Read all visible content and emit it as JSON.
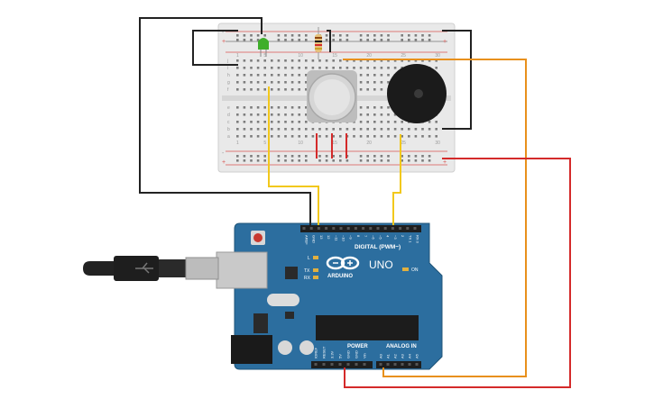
{
  "board": {
    "brand": "ARDUINO",
    "model": "UNO",
    "digital_label": "DIGITAL (PWM~)",
    "power_label": "POWER",
    "analog_label": "ANALOG IN",
    "led_l": "L",
    "led_tx": "TX",
    "led_rx": "RX",
    "on_label": "ON",
    "digital_pins": [
      "AREF",
      "GND",
      "13",
      "12",
      "~11",
      "~10",
      "~9",
      "8",
      "7",
      "~6",
      "~5",
      "4",
      "~3",
      "2",
      "TX 1",
      "RX 0"
    ],
    "power_pins": [
      "IOREF",
      "RESET",
      "3.3V",
      "5V",
      "GND",
      "GND",
      "Vin"
    ],
    "analog_pins": [
      "A0",
      "A1",
      "A2",
      "A3",
      "A4",
      "A5"
    ]
  },
  "breadboard": {
    "rail_plus": "+",
    "rail_minus": "-",
    "column_numbers": [
      "1",
      "5",
      "10",
      "15",
      "20",
      "25",
      "30"
    ],
    "row_letters_top": [
      "j",
      "i",
      "h",
      "g",
      "f"
    ],
    "row_letters_bottom": [
      "e",
      "d",
      "c",
      "b",
      "a"
    ]
  },
  "colors": {
    "wire_black": "#222222",
    "wire_yellow": "#f2c81c",
    "wire_orange": "#e8901c",
    "wire_red": "#d42a2a",
    "board_blue": "#2c6e9f",
    "breadboard": "#e8e8e8",
    "led_green": "#3fae2a",
    "buzzer": "#1b1b1b",
    "sensor": "#cfcfcf"
  },
  "components": [
    "usb-cable",
    "led",
    "resistor",
    "gas-sensor",
    "piezo-buzzer",
    "arduino-uno"
  ]
}
